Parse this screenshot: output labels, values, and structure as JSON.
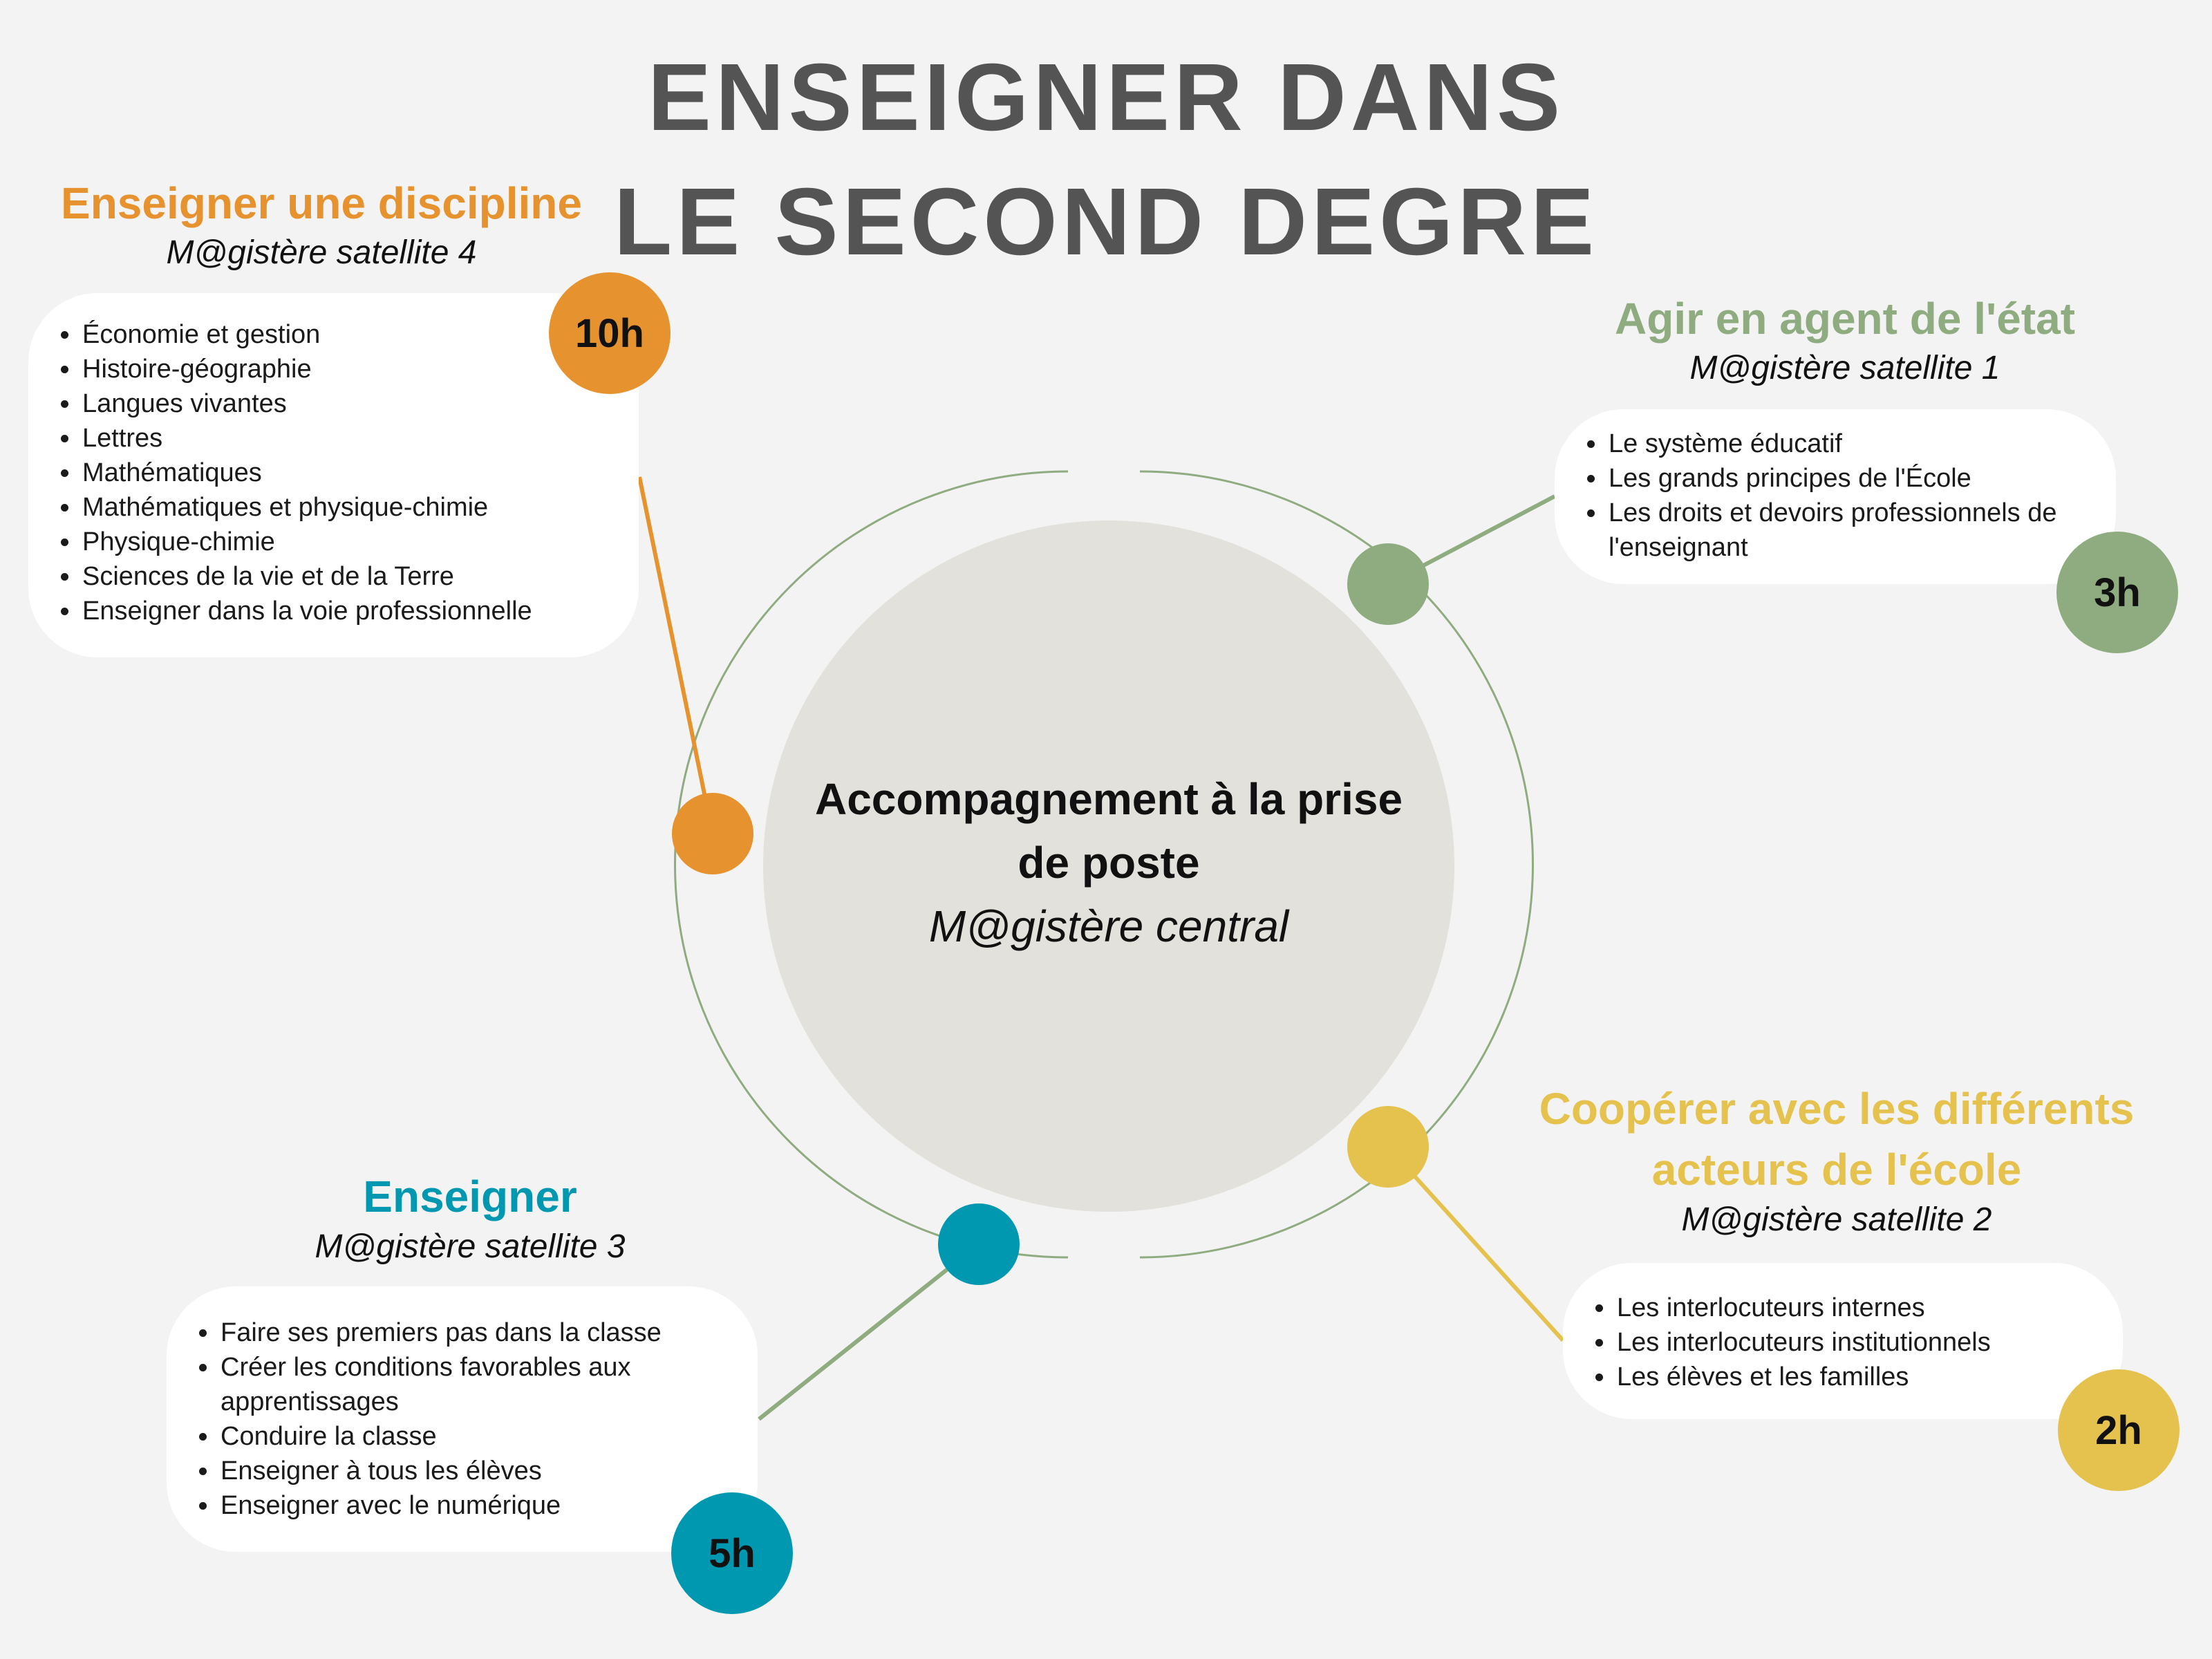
{
  "title": {
    "line1": "ENSEIGNER DANS",
    "line2": "LE SECOND DEGRE"
  },
  "colors": {
    "orange": "#E6922E",
    "green": "#8FAC80",
    "yellow": "#E5C24E",
    "teal": "#0098B0",
    "background": "#F3F3F3",
    "center_disc": "#E3E1DB",
    "title": "#545454"
  },
  "center": {
    "title": "Accompagnement à la prise de poste",
    "subtitle": "M@gistère central"
  },
  "modules": {
    "discipline": {
      "heading": "Enseigner une discipline",
      "subtitle": "M@gistère satellite 4",
      "duration": "10h",
      "items": [
        "Économie et gestion",
        "Histoire-géographie",
        "Langues vivantes",
        "Lettres",
        "Mathématiques",
        "Mathématiques et physique-chimie",
        "Physique-chimie",
        "Sciences de la vie et de la Terre",
        "Enseigner dans la voie professionnelle"
      ]
    },
    "agent": {
      "heading": "Agir en agent de l'état",
      "subtitle": "M@gistère satellite 1",
      "duration": "3h",
      "items": [
        "Le système éducatif",
        "Les grands principes de l'École",
        "Les droits et devoirs professionnels de l'enseignant"
      ]
    },
    "cooperer": {
      "heading_line1": "Coopérer avec les différents",
      "heading_line2": "acteurs de l'école",
      "subtitle": "M@gistère satellite 2",
      "duration": "2h",
      "items": [
        "Les interlocuteurs internes",
        "Les interlocuteurs institutionnels",
        "Les élèves et les familles"
      ]
    },
    "enseigner": {
      "heading": "Enseigner",
      "subtitle": "M@gistère satellite 3",
      "duration": "5h",
      "items": [
        "Faire ses premiers pas dans la classe",
        "Créer les conditions favorables aux apprentissages",
        "Conduire la classe",
        "Enseigner à tous les élèves",
        "Enseigner avec le numérique"
      ]
    }
  }
}
